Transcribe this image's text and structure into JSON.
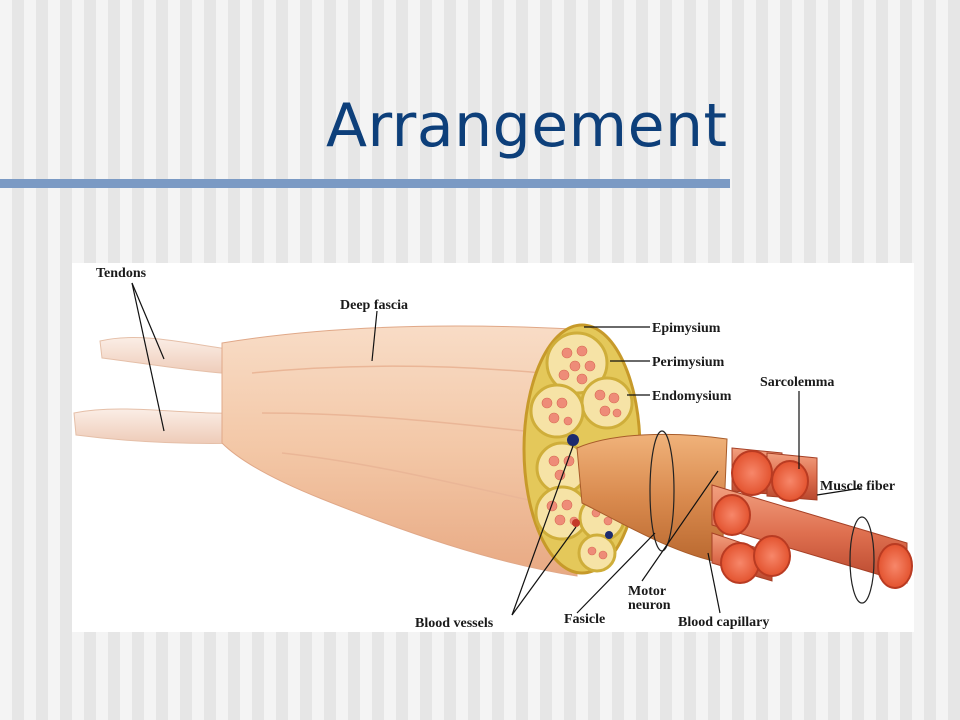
{
  "slide": {
    "title": "Arrangement"
  },
  "diagram": {
    "labels": {
      "tendons": "Tendons",
      "deep_fascia": "Deep fascia",
      "epimysium": "Epimysium",
      "perimysium": "Perimysium",
      "endomysium": "Endomysium",
      "sarcolemma": "Sarcolemma",
      "muscle_fiber": "Muscle fiber",
      "blood_vessels": "Blood vessels",
      "fasicle": "Fasicle",
      "motor": "Motor",
      "neuron": "neuron",
      "blood_capillary": "Blood capillary"
    },
    "colors": {
      "muscle": "#f3c7a6",
      "tendon": "#f7e2d6",
      "perimysium": "#d9c23f",
      "fascicle_fill": "#f6e3a6",
      "fiber": "#e85c3c",
      "fiber_end": "#f06a4c"
    }
  }
}
